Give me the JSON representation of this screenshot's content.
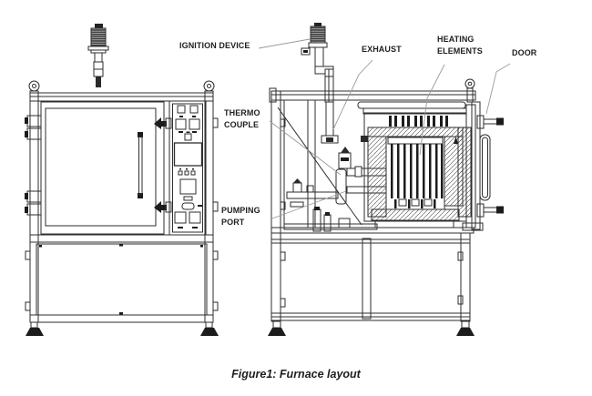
{
  "figure": {
    "caption": "Figure1: Furnace layout",
    "labels": {
      "ignition_device": "IGNITION DEVICE",
      "exhaust": "EXHAUST",
      "heating_line1": "HEATING",
      "heating_line2": "ELEMENTS",
      "door": "DOOR",
      "thermo_line1": "THERMO",
      "thermo_line2": "COUPLE",
      "pumping_line1": "PUMPING",
      "pumping_line2": "PORT"
    },
    "colors": {
      "background": "#ffffff",
      "drawing_line": "#2e2e2e",
      "label_text": "#1f1f1f",
      "leader_line": "#9a9a9a"
    }
  }
}
